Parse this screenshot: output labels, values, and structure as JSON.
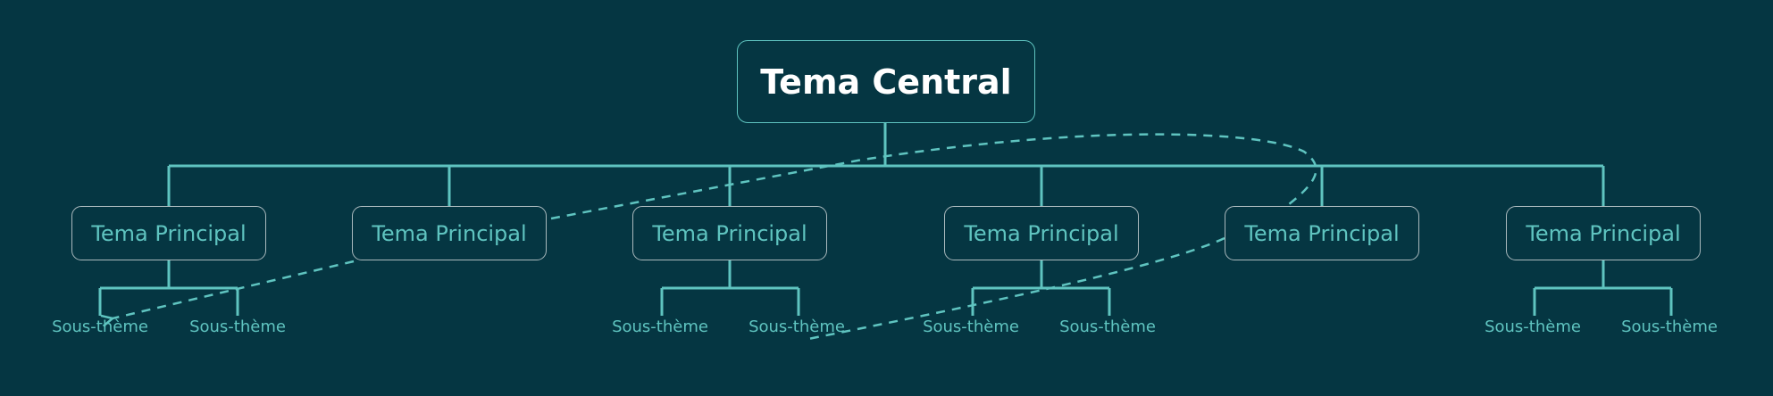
{
  "diagram": {
    "central_topic": "Tema Central",
    "main_topics": [
      {
        "label": "Tema Principal",
        "subtopics": [
          "Sous-thème",
          "Sous-thème"
        ]
      },
      {
        "label": "Tema Principal",
        "subtopics": []
      },
      {
        "label": "Tema Principal",
        "subtopics": [
          "Sous-thème",
          "Sous-thème"
        ]
      },
      {
        "label": "Tema Principal",
        "subtopics": [
          "Sous-thème",
          "Sous-thème"
        ]
      },
      {
        "label": "Tema Principal",
        "subtopics": []
      },
      {
        "label": "Tema Principal",
        "subtopics": [
          "Sous-thème",
          "Sous-thème"
        ]
      }
    ],
    "relationships": [
      {
        "from_topic": 1,
        "to_subtopic": [
          0,
          0
        ],
        "style": "dashed",
        "arrow": true
      },
      {
        "from_topic": 4,
        "to_subtopic": [
          2,
          1
        ],
        "style": "dashed",
        "arrow": false
      }
    ]
  },
  "colors": {
    "background": "#053642",
    "accent": "#5fc4c0",
    "central_text": "#ffffff",
    "topic_border": "#aab9bd"
  }
}
